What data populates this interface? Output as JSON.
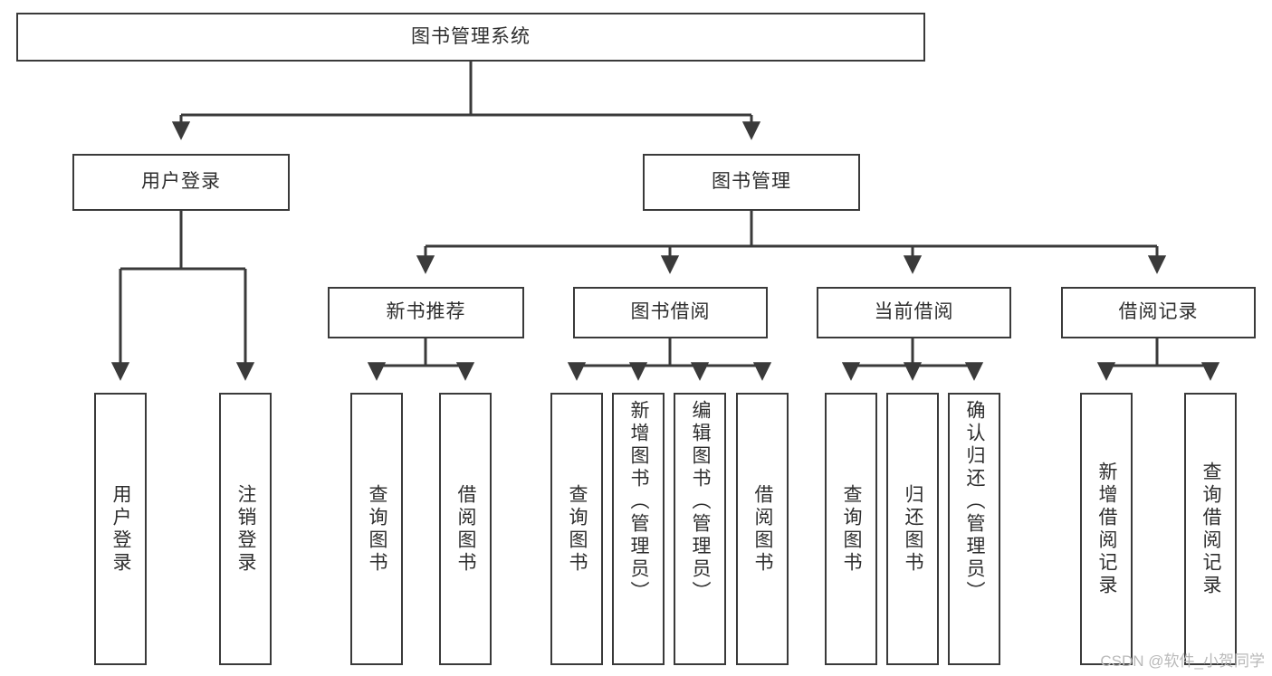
{
  "diagram": {
    "type": "tree",
    "title": "图书管理系统",
    "root": {
      "id": "root",
      "label": "图书管理系统"
    },
    "level2": [
      {
        "id": "user-login",
        "label": "用户登录"
      },
      {
        "id": "book-manage",
        "label": "图书管理"
      }
    ],
    "level3": [
      {
        "id": "new-book-recommend",
        "label": "新书推荐",
        "parent": "book-manage"
      },
      {
        "id": "book-borrow",
        "label": "图书借阅",
        "parent": "book-manage"
      },
      {
        "id": "current-borrow",
        "label": "当前借阅",
        "parent": "book-manage"
      },
      {
        "id": "borrow-record",
        "label": "借阅记录",
        "parent": "book-manage"
      }
    ],
    "leaves": [
      {
        "id": "leaf-user-login",
        "label": "用户登录",
        "parent": "user-login"
      },
      {
        "id": "leaf-logout",
        "label": "注销登录",
        "parent": "user-login"
      },
      {
        "id": "leaf-query-book-1",
        "label": "查询图书",
        "parent": "new-book-recommend"
      },
      {
        "id": "leaf-borrow-book-1",
        "label": "借阅图书",
        "parent": "new-book-recommend"
      },
      {
        "id": "leaf-query-book-2",
        "label": "查询图书",
        "parent": "book-borrow"
      },
      {
        "id": "leaf-add-book",
        "label": "新增图书（管理员）",
        "parent": "book-borrow"
      },
      {
        "id": "leaf-edit-book",
        "label": "编辑图书（管理员）",
        "parent": "book-borrow"
      },
      {
        "id": "leaf-borrow-book-2",
        "label": "借阅图书",
        "parent": "book-borrow"
      },
      {
        "id": "leaf-query-book-3",
        "label": "查询图书",
        "parent": "current-borrow"
      },
      {
        "id": "leaf-return-book",
        "label": "归还图书",
        "parent": "current-borrow"
      },
      {
        "id": "leaf-confirm-return",
        "label": "确认归还（管理员）",
        "parent": "current-borrow"
      },
      {
        "id": "leaf-add-record",
        "label": "新增借阅记录",
        "parent": "borrow-record"
      },
      {
        "id": "leaf-query-record",
        "label": "查询借阅记录",
        "parent": "borrow-record"
      }
    ],
    "colors": {
      "stroke": "#3a3a3a",
      "fill": "#ffffff",
      "text": "#2e2e2e",
      "watermark": "#b9b9b9"
    }
  },
  "watermark": {
    "text": "CSDN @软件_小贺同学"
  }
}
